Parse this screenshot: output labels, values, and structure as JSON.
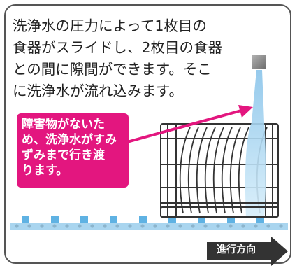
{
  "description_lines": [
    "洗浄水の圧力によって1枚目の",
    "食器がスライドし、2枚目の食器",
    "との間に隙間ができます。そこ",
    "に洗浄水が流れ込みます。"
  ],
  "callout_lines": [
    "障害物がないた",
    "め、洗浄水がすみ",
    "ずみまで行き渡",
    "ります。"
  ],
  "direction_label": "進行方向",
  "colors": {
    "callout": "#e3167f",
    "water": "#9fd0ef",
    "conveyor": "#a9d5ef",
    "nozzle": "#8a8a8a",
    "rack": "#333333",
    "arrow_badge": "#333333"
  }
}
